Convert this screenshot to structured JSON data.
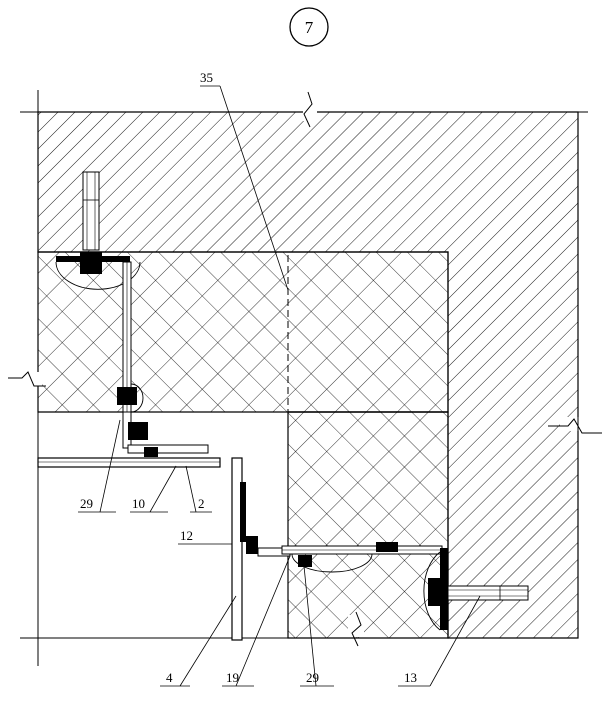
{
  "detail_number": "7",
  "callouts": {
    "c35": "35",
    "c29_left": "29",
    "c10": "10",
    "c2": "2",
    "c12": "12",
    "c4": "4",
    "c19": "19",
    "c29_bottom": "29",
    "c13": "13"
  }
}
